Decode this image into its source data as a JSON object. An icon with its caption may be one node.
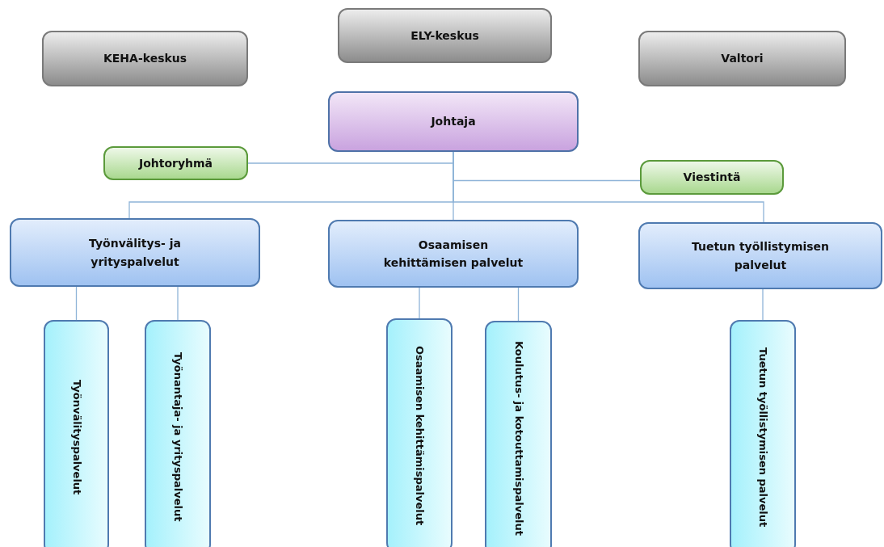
{
  "diagram": {
    "nodes": [
      {
        "text": [
          "KEHA-keskus"
        ]
      },
      {
        "text": [
          "ELY-keskus"
        ]
      },
      {
        "text": [
          "Valtori"
        ]
      },
      {
        "text": [
          "Johtaja"
        ]
      },
      {
        "text": [
          "Johtoryhmä"
        ]
      },
      {
        "text": [
          "Viestintä"
        ]
      },
      {
        "text": [
          "Työnvälitys- ja yrityspalvelut"
        ]
      },
      {
        "text": [
          "Osaamisen kehittämisen palvelut"
        ]
      },
      {
        "text": [
          "Tuetun työllistymisen palvelut"
        ]
      },
      {
        "text": [
          "Työnvälityspalvelut"
        ]
      },
      {
        "text": [
          "Työnantaja- ja yrityspalvelut"
        ]
      },
      {
        "text": [
          "Osaamisen kehittämispalvelut"
        ]
      },
      {
        "text": [
          "Koulutus- ja kotouttamispalvelut"
        ]
      },
      {
        "text": [
          "Tuetun työllistymisen palvelut"
        ]
      }
    ],
    "edges": [
      {
        "from": 3,
        "to": 4,
        "arrow": "none"
      },
      {
        "from": 3,
        "to": 5,
        "arrow": "none"
      },
      {
        "from": 3,
        "to": 6,
        "arrow": "none"
      },
      {
        "from": 3,
        "to": 7,
        "arrow": "none"
      },
      {
        "from": 3,
        "to": 8,
        "arrow": "none"
      },
      {
        "from": 6,
        "to": 9,
        "arrow": "none"
      },
      {
        "from": 6,
        "to": 10,
        "arrow": "none"
      },
      {
        "from": 7,
        "to": 11,
        "arrow": "none"
      },
      {
        "from": 7,
        "to": 12,
        "arrow": "none"
      },
      {
        "from": 8,
        "to": 13,
        "arrow": "none"
      }
    ]
  }
}
